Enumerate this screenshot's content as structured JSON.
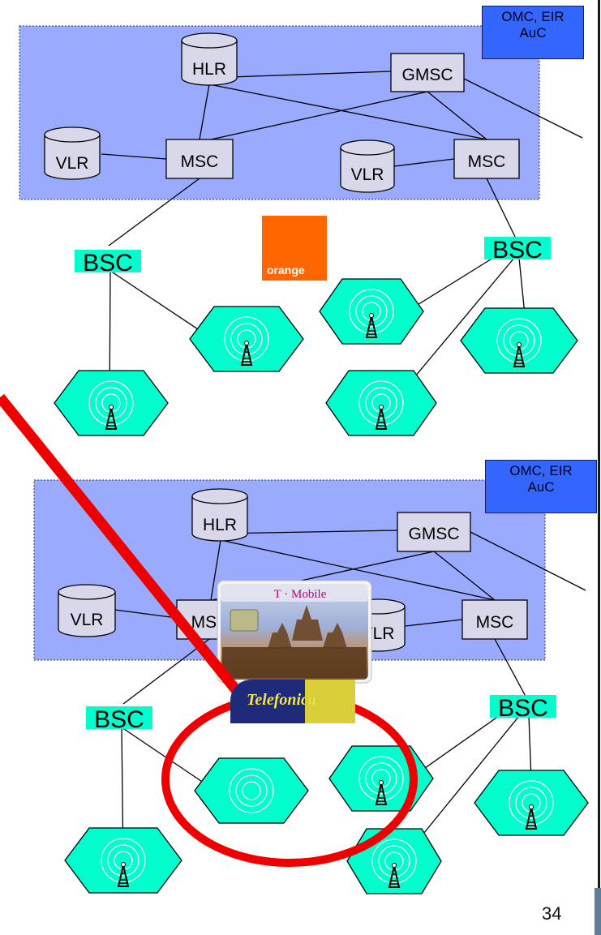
{
  "networks": [
    {
      "core": {
        "omc_label_line1": "OMC, EIR",
        "omc_label_line2": "AuC",
        "hlr": "HLR",
        "gmsc": "GMSC",
        "vlr_left": "VLR",
        "msc_left": "MSC",
        "vlr_right": "VLR",
        "msc_right": "MSC"
      },
      "bsc_left": "BSC",
      "bsc_right": "BSC",
      "operator_logo": "orange"
    },
    {
      "core": {
        "omc_label_line1": "OMC, EIR",
        "omc_label_line2": "AuC",
        "hlr": "HLR",
        "gmsc": "GMSC",
        "vlr_left": "VLR",
        "msc_left": "MSC",
        "vlr_right": "VLR",
        "msc_right": "MSC"
      },
      "bsc_left": "BSC",
      "bsc_right": "BSC",
      "operator_logo": "Telefonica"
    }
  ],
  "sim_card": {
    "brand": "T · Mobile"
  },
  "page_number": "34",
  "colors": {
    "core_fill": "#99aaff",
    "cell_fill": "#00ffcc",
    "omc_fill": "#3366ff",
    "highlight": "#ee0000",
    "orange": "#ff6600"
  }
}
